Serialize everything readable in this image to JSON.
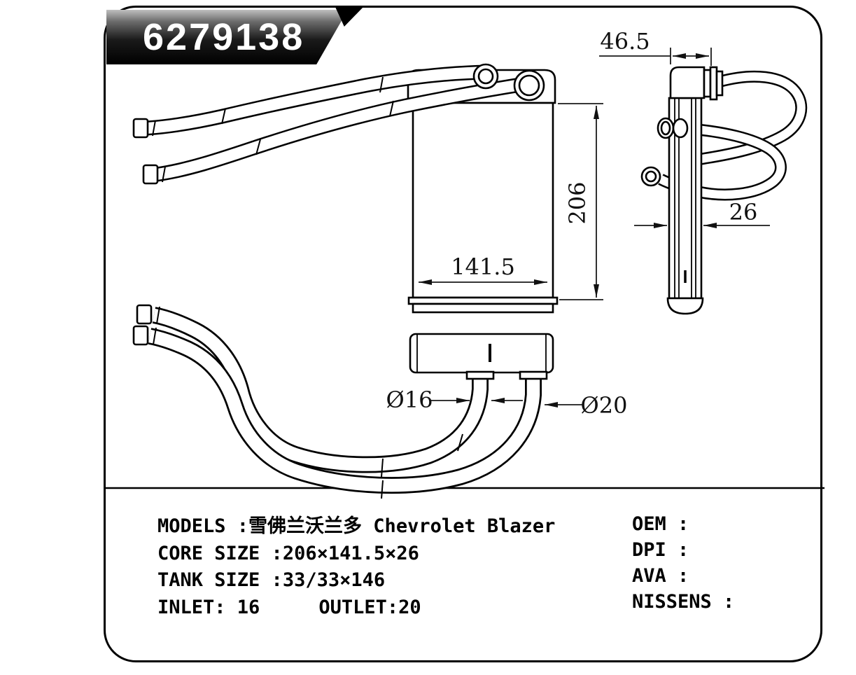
{
  "page": {
    "part_number": "6279138"
  },
  "dimensions": {
    "side_top_width": "46.5",
    "core_height": "206",
    "core_width": "141.5",
    "core_depth": "26",
    "inlet_diameter": "Ø16",
    "outlet_diameter": "Ø20"
  },
  "specs": {
    "left_rows": [
      {
        "label": "MODELS :",
        "value": "雪佛兰沃兰多 Chevrolet Blazer"
      },
      {
        "label": "CORE SIZE :",
        "value": "206×141.5×26"
      },
      {
        "label": "TANK SIZE :",
        "value": "33/33×146"
      }
    ],
    "inlet": "INLET: 16",
    "outlet": "OUTLET:20",
    "right_rows": [
      {
        "label": "OEM :"
      },
      {
        "label": "DPI :"
      },
      {
        "label": "AVA :"
      },
      {
        "label": "NISSENS :"
      }
    ]
  }
}
